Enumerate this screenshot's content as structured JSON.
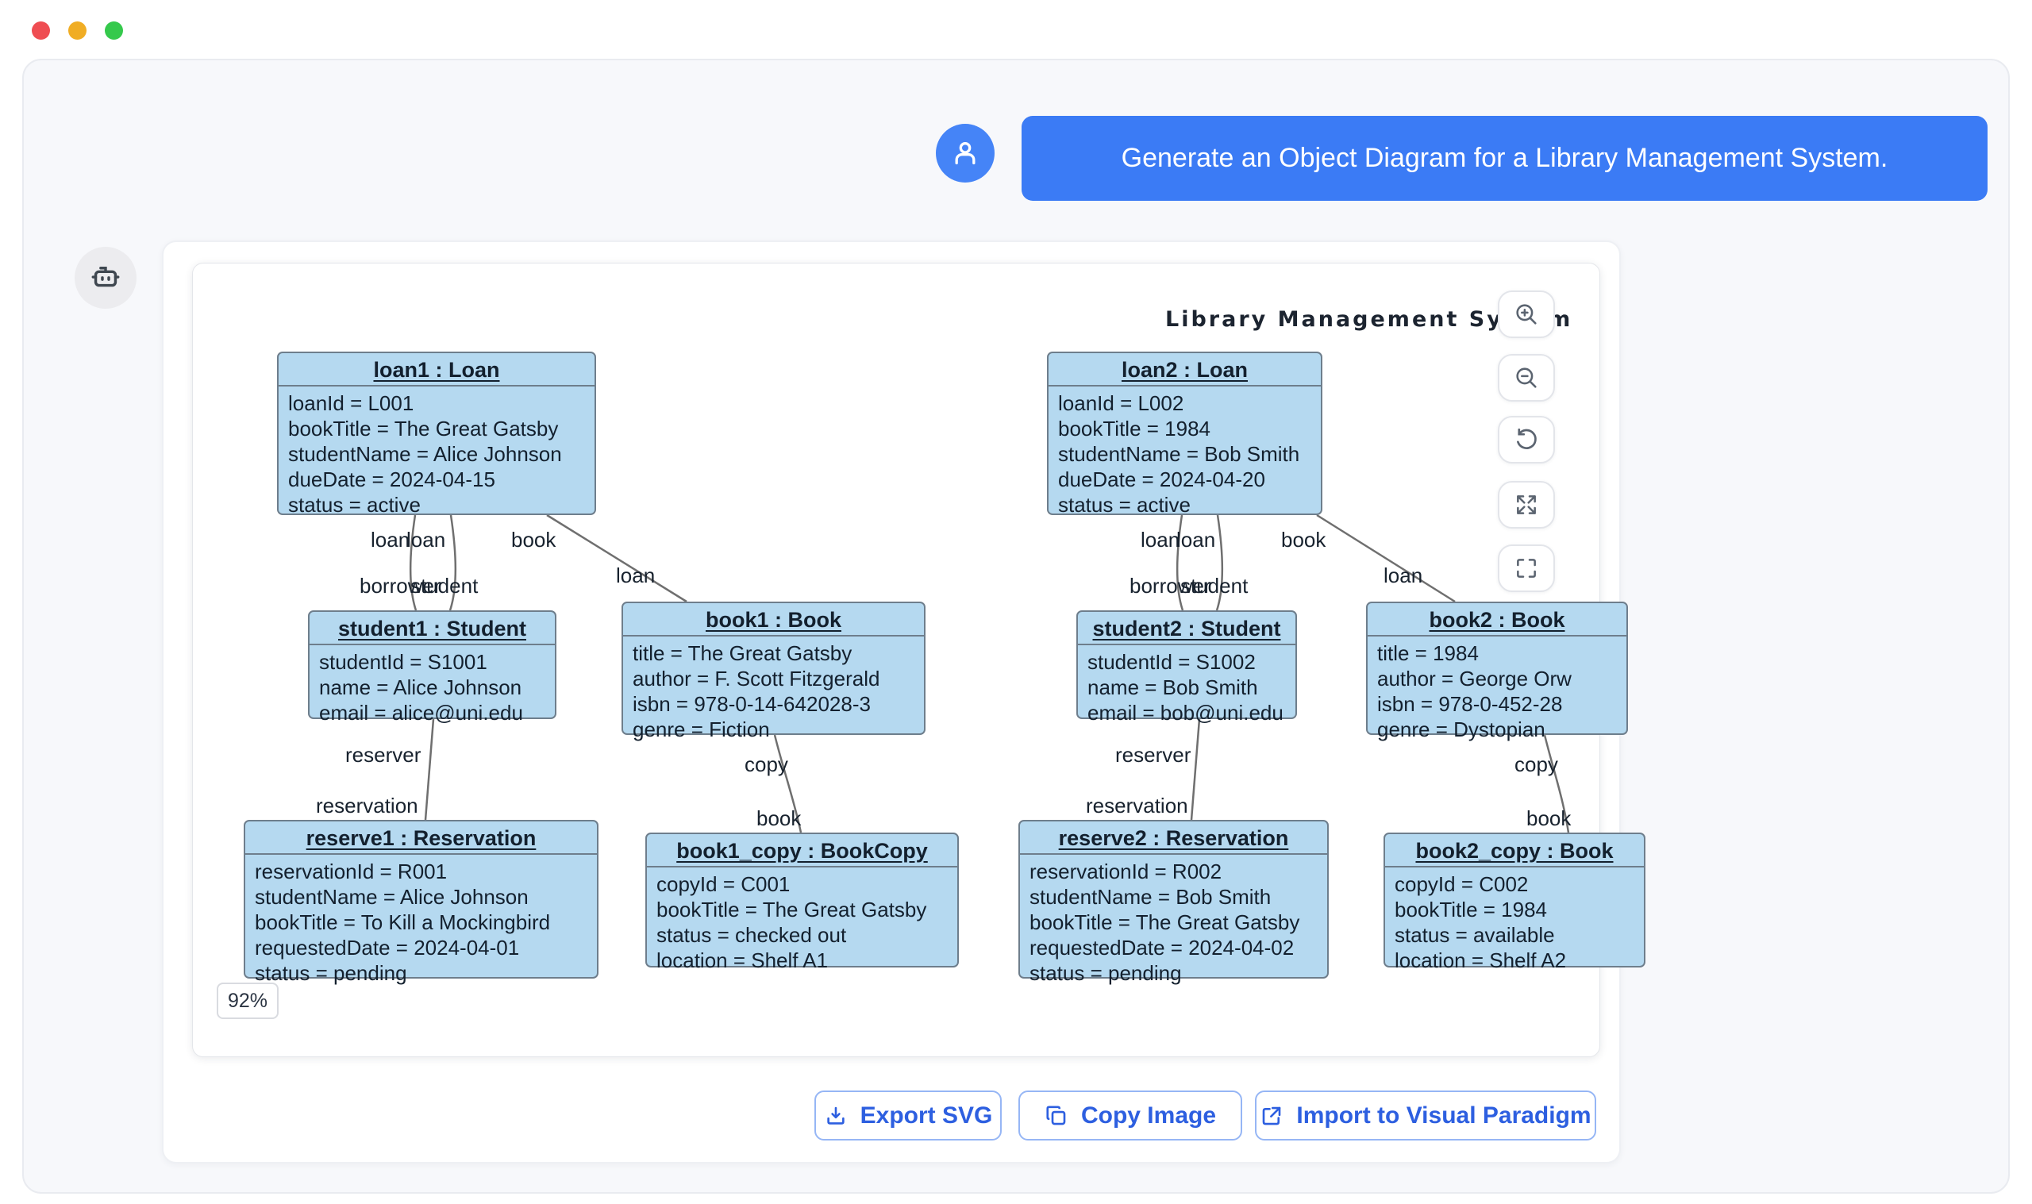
{
  "window": {
    "traffic_lights": [
      "close",
      "minimize",
      "zoom"
    ]
  },
  "chat": {
    "user_message": "Generate an Object Diagram for a Library Management System.",
    "user_avatar_icon": "person-icon",
    "bot_avatar_icon": "robot-icon"
  },
  "diagram": {
    "title": "Library Management System",
    "zoom_badge": "92%",
    "controls": [
      "zoom-in",
      "zoom-out",
      "reset-view",
      "expand",
      "fullscreen"
    ],
    "objects": {
      "loan1": {
        "title": "loan1 : Loan",
        "attrs": [
          "loanId = L001",
          "bookTitle = The Great Gatsby",
          "studentName = Alice Johnson",
          "dueDate = 2024-04-15",
          "status = active"
        ]
      },
      "loan2": {
        "title": "loan2 : Loan",
        "attrs": [
          "loanId = L002",
          "bookTitle = 1984",
          "studentName = Bob Smith",
          "dueDate = 2024-04-20",
          "status = active"
        ]
      },
      "student1": {
        "title": "student1 : Student",
        "attrs": [
          "studentId = S1001",
          "name = Alice Johnson",
          "email = alice@uni.edu"
        ]
      },
      "student2": {
        "title": "student2 : Student",
        "attrs": [
          "studentId = S1002",
          "name = Bob Smith",
          "email = bob@uni.edu"
        ]
      },
      "book1": {
        "title": "book1 : Book",
        "attrs": [
          "title = The Great Gatsby",
          "author = F. Scott Fitzgerald",
          "isbn = 978-0-14-642028-3",
          "genre = Fiction"
        ]
      },
      "book2": {
        "title": "book2 : Book",
        "attrs": [
          "title = 1984",
          "author = George Orw",
          "isbn = 978-0-452-28",
          "genre = Dystopian"
        ]
      },
      "reserve1": {
        "title": "reserve1 : Reservation",
        "attrs": [
          "reservationId = R001",
          "studentName = Alice Johnson",
          "bookTitle = To Kill a Mockingbird",
          "requestedDate = 2024-04-01",
          "status = pending"
        ]
      },
      "reserve2": {
        "title": "reserve2 : Reservation",
        "attrs": [
          "reservationId = R002",
          "studentName = Bob Smith",
          "bookTitle = The Great Gatsby",
          "requestedDate = 2024-04-02",
          "status = pending"
        ]
      },
      "book1_copy": {
        "title": "book1_copy : BookCopy",
        "attrs": [
          "copyId = C001",
          "bookTitle = The Great Gatsby",
          "status = checked out",
          "location = Shelf A1"
        ]
      },
      "book2_copy": {
        "title": "book2_copy : Book",
        "attrs": [
          "copyId = C002",
          "bookTitle = 1984",
          "status = available",
          "location = Shelf A2"
        ]
      }
    },
    "edge_labels": {
      "loan": "loan",
      "book": "book",
      "borrower": "borrower",
      "student": "student",
      "reserver": "reserver",
      "reservation": "reservation",
      "copy": "copy"
    }
  },
  "actions": {
    "export_svg": "Export SVG",
    "copy_image": "Copy Image",
    "import_vp": "Import to Visual Paradigm"
  },
  "colors": {
    "accent_blue": "#3b7bf5",
    "box_fill": "#b5d9f0",
    "box_border": "#6e7e8c",
    "action_blue": "#2d5fe0"
  }
}
